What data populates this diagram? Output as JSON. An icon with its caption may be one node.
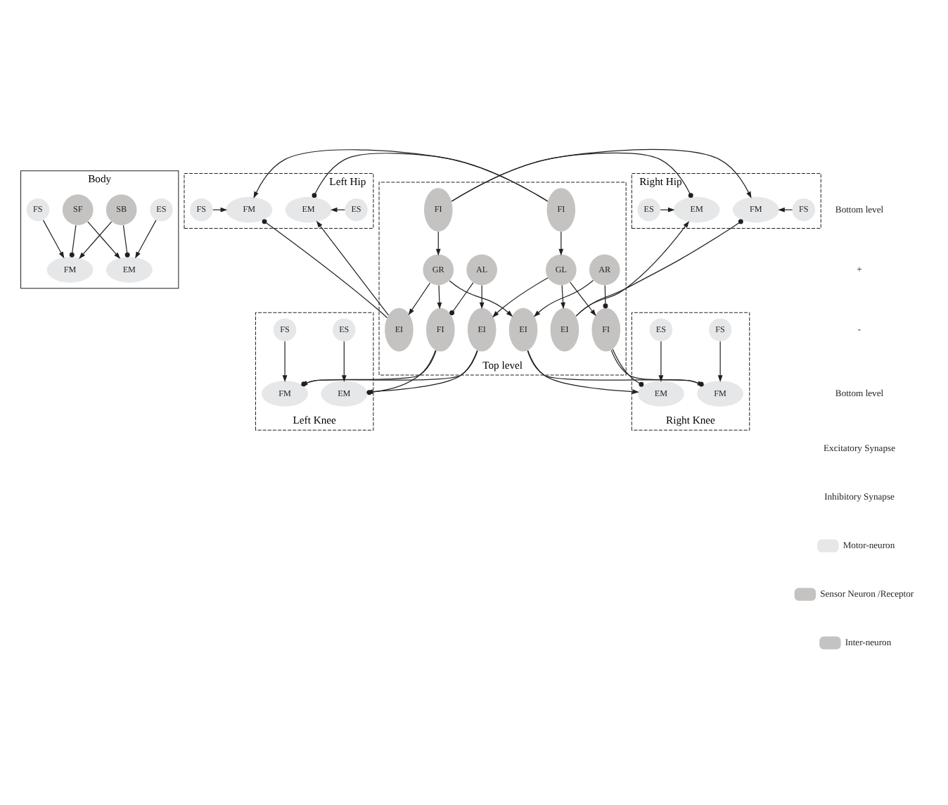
{
  "diagram": {
    "nodes": [
      {
        "text": [
          "Body"
        ]
      },
      {
        "text": [
          "FM"
        ],
        "in": 0
      },
      {
        "text": [
          "EM"
        ],
        "in": 0
      },
      {
        "text": [
          "FS"
        ],
        "in": 0
      },
      {
        "text": [
          "ES"
        ],
        "in": 0
      },
      {
        "text": [
          "SB"
        ],
        "in": 0
      },
      {
        "text": [
          "SF"
        ],
        "in": 0
      },
      {
        "text": [
          "Left Hip"
        ]
      },
      {
        "text": [
          "ES"
        ],
        "in": 7
      },
      {
        "text": [
          "EM"
        ],
        "in": 7
      },
      {
        "text": [
          "FM"
        ],
        "in": 7
      },
      {
        "text": [
          "FS"
        ],
        "in": 7
      },
      {
        "text": [
          "Right Hip"
        ]
      },
      {
        "text": [
          "FS"
        ],
        "in": 12
      },
      {
        "text": [
          "FM"
        ],
        "in": 12
      },
      {
        "text": [
          "EM"
        ],
        "in": 12
      },
      {
        "text": [
          "ES"
        ],
        "in": 12
      },
      {
        "text": [
          "Top level"
        ]
      },
      {
        "text": [
          "EI"
        ],
        "in": 17
      },
      {
        "text": [
          "FI"
        ],
        "in": 17
      },
      {
        "text": [
          "FI"
        ],
        "in": 17
      },
      {
        "text": [
          "EI"
        ],
        "in": 17
      },
      {
        "text": [
          "AL"
        ],
        "in": 17
      },
      {
        "text": [
          "GL"
        ],
        "in": 17
      },
      {
        "text": [
          "GR"
        ],
        "in": 17
      },
      {
        "text": [
          "AR"
        ],
        "in": 17
      },
      {
        "text": [
          "EI"
        ],
        "in": 17
      },
      {
        "text": [
          "FI"
        ],
        "in": 17
      },
      {
        "text": [
          "FI"
        ],
        "in": 17
      },
      {
        "text": [
          "EI"
        ],
        "in": 17
      },
      {
        "text": [
          "Left Knee"
        ]
      },
      {
        "text": [
          "ES"
        ],
        "in": 30
      },
      {
        "text": [
          "FS"
        ],
        "in": 30
      },
      {
        "text": [
          "EM"
        ],
        "in": 30
      },
      {
        "text": [
          "FM"
        ],
        "in": 30
      },
      {
        "text": [
          "Right Knee"
        ]
      },
      {
        "text": [
          "FS"
        ],
        "in": 35
      },
      {
        "text": [
          "ES"
        ],
        "in": 35
      },
      {
        "text": [
          "FM"
        ],
        "in": 35
      },
      {
        "text": [
          "EM"
        ],
        "in": 35
      }
    ],
    "edges": [
      {
        "from": 3,
        "to": 1,
        "arrow": "to"
      },
      {
        "from": 4,
        "to": 2,
        "arrow": "to"
      },
      {
        "from": 5,
        "to": 1,
        "arrow": "to"
      },
      {
        "from": 6,
        "to": 2,
        "arrow": "to"
      },
      {
        "from": 6,
        "to": 1,
        "arrow": "other"
      },
      {
        "from": 5,
        "to": 2,
        "arrow": "other"
      },
      {
        "from": 8,
        "to": 9,
        "arrow": "to"
      },
      {
        "from": 11,
        "to": 10,
        "arrow": "to"
      },
      {
        "from": 18,
        "to": 9,
        "arrow": "to"
      },
      {
        "from": 19,
        "to": 10,
        "arrow": "to"
      },
      {
        "from": 19,
        "to": 9,
        "arrow": "other"
      },
      {
        "from": 18,
        "to": 10,
        "arrow": "other"
      },
      {
        "from": 13,
        "to": 14,
        "arrow": "to"
      },
      {
        "from": 16,
        "to": 15,
        "arrow": "to"
      },
      {
        "from": 20,
        "to": 14,
        "arrow": "to"
      },
      {
        "from": 21,
        "to": 15,
        "arrow": "to"
      },
      {
        "from": 20,
        "to": 15,
        "arrow": "other"
      },
      {
        "from": 21,
        "to": 14,
        "arrow": "other"
      },
      {
        "from": 19,
        "to": 23,
        "arrow": "to"
      },
      {
        "from": 20,
        "to": 24,
        "arrow": "to"
      },
      {
        "from": 24,
        "to": 18,
        "arrow": "to"
      },
      {
        "from": 23,
        "to": 21,
        "arrow": "to"
      },
      {
        "from": 22,
        "to": 26,
        "arrow": "to"
      },
      {
        "from": 22,
        "to": 27,
        "arrow": "other"
      },
      {
        "from": 23,
        "to": 26,
        "arrow": "to"
      },
      {
        "from": 24,
        "to": 27,
        "arrow": "to"
      },
      {
        "from": 23,
        "to": 28,
        "arrow": "to"
      },
      {
        "from": 25,
        "to": 28,
        "arrow": "other"
      },
      {
        "from": 25,
        "to": 29,
        "arrow": "to"
      },
      {
        "from": 24,
        "to": 29,
        "arrow": "to"
      },
      {
        "from": 26,
        "to": 33,
        "arrow": "to"
      },
      {
        "from": 27,
        "to": 34,
        "arrow": "to"
      },
      {
        "from": 26,
        "to": 34,
        "arrow": "other"
      },
      {
        "from": 27,
        "to": 33,
        "arrow": "other"
      },
      {
        "from": 31,
        "to": 33,
        "arrow": "to"
      },
      {
        "from": 32,
        "to": 34,
        "arrow": "to"
      },
      {
        "from": 28,
        "to": 38,
        "arrow": "to"
      },
      {
        "from": 29,
        "to": 39,
        "arrow": "to"
      },
      {
        "from": 28,
        "to": 39,
        "arrow": "other"
      },
      {
        "from": 29,
        "to": 38,
        "arrow": "other"
      },
      {
        "from": 36,
        "to": 38,
        "arrow": "to"
      },
      {
        "from": 37,
        "to": 39,
        "arrow": "to"
      }
    ],
    "labels": [
      "Bottom level",
      "+",
      "-",
      "Bottom level"
    ],
    "legend": [
      {
        "text": "Excitatory Synapse"
      },
      {
        "text": "Inhibitory Synapse"
      },
      {
        "text": "Motor-neuron",
        "color": "#e6e7e8"
      },
      {
        "text": "Sensor Neuron /Receptor",
        "color": "#c4c3c1"
      },
      {
        "text": "Inter-neuron",
        "color": "#c4c3c1"
      }
    ]
  }
}
